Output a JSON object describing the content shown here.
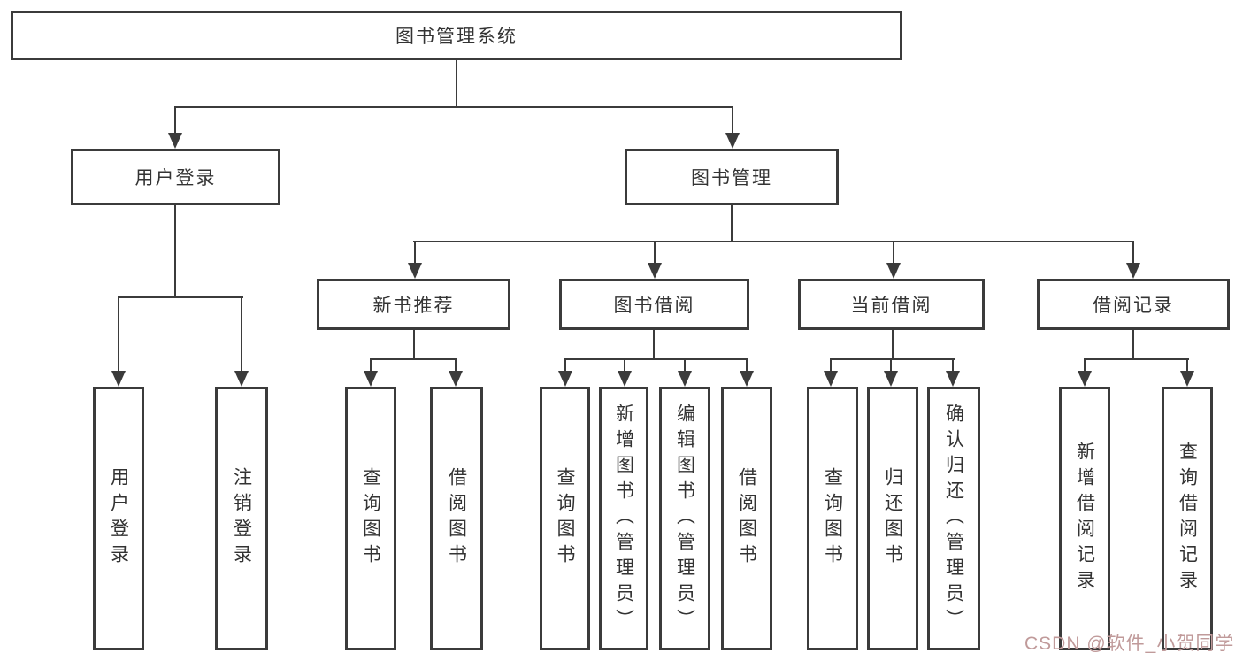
{
  "diagram": {
    "title": "图书管理系统",
    "tree": {
      "root": {
        "label": "图书管理系统"
      },
      "children": [
        {
          "label": "用户登录",
          "children": [
            {
              "label": "用户登录"
            },
            {
              "label": "注销登录"
            }
          ]
        },
        {
          "label": "图书管理",
          "children": [
            {
              "label": "新书推荐",
              "children": [
                {
                  "label": "查询图书"
                },
                {
                  "label": "借阅图书"
                }
              ]
            },
            {
              "label": "图书借阅",
              "children": [
                {
                  "label": "查询图书"
                },
                {
                  "label": "新增图书（管理员）"
                },
                {
                  "label": "编辑图书（管理员）"
                },
                {
                  "label": "借阅图书"
                }
              ]
            },
            {
              "label": "当前借阅",
              "children": [
                {
                  "label": "查询图书"
                },
                {
                  "label": "归还图书"
                },
                {
                  "label": "确认归还（管理员）"
                }
              ]
            },
            {
              "label": "借阅记录",
              "children": [
                {
                  "label": "新增借阅记录"
                },
                {
                  "label": "查询借阅记录"
                }
              ]
            }
          ]
        }
      ]
    },
    "watermark": {
      "text": "CSDN @软件_小贺同学",
      "color": "#c09a9a"
    },
    "colors": {
      "line": "#3b3b3b",
      "text": "#333333",
      "background": "#ffffff"
    }
  }
}
